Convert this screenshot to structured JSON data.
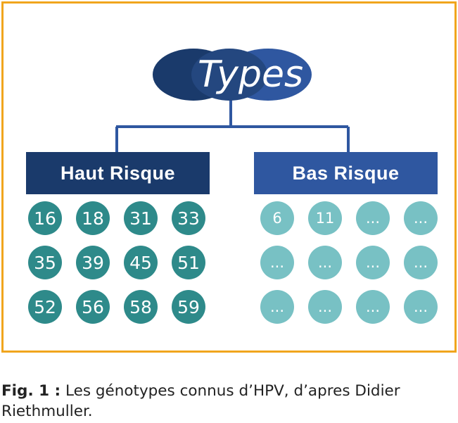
{
  "title": "Types",
  "categories": {
    "high": {
      "label": "Haut Risque",
      "types": [
        "16",
        "18",
        "31",
        "33",
        "35",
        "39",
        "45",
        "51",
        "52",
        "56",
        "58",
        "59"
      ]
    },
    "low": {
      "label": "Bas Risque",
      "types": [
        "6",
        "11",
        "...",
        "...",
        "...",
        "...",
        "...",
        "...",
        "...",
        "...",
        "...",
        "..."
      ]
    }
  },
  "caption": {
    "prefix": "Fig. 1 :",
    "text": " Les génotypes connus d’HPV, d’apres Didier Riethmuller."
  },
  "colors": {
    "frame": "#f0a51d",
    "ellipse_dark": "#1a3a6b",
    "ellipse_light": "#2f57a0",
    "box_high": "#1a3a6b",
    "box_low": "#2f57a0",
    "circle_high": "#2e8a8a",
    "circle_low": "#78c1c4"
  }
}
